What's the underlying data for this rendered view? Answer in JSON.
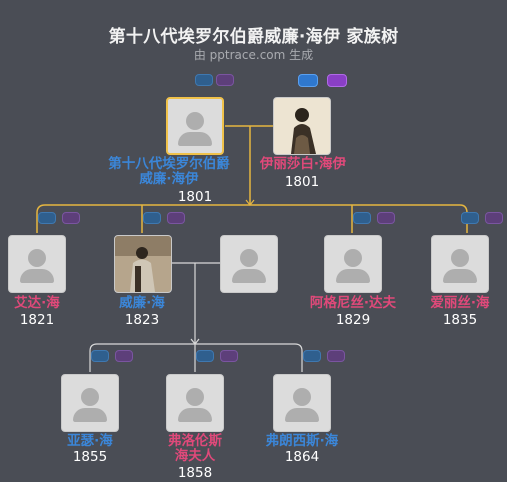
{
  "header": {
    "title": "第十八代埃罗尔伯爵威廉·海伊 家族树",
    "subtitle": "由 pptrace.com 生成"
  },
  "people": {
    "p1": {
      "name": "第十八代埃罗尔伯爵威廉·海伊",
      "year": "1801",
      "gender": "male"
    },
    "p2": {
      "name": "伊丽莎白·海伊",
      "year": "1801",
      "gender": "female"
    },
    "c1": {
      "name": "艾达·海",
      "year": "1821",
      "gender": "female"
    },
    "c2": {
      "name": "威廉·海",
      "year": "1823",
      "gender": "male"
    },
    "c2s": {
      "name": "",
      "year": "",
      "gender": "unknown"
    },
    "c3": {
      "name": "阿格尼丝·达夫",
      "year": "1829",
      "gender": "female"
    },
    "c4": {
      "name": "爱丽丝·海",
      "year": "1835",
      "gender": "female"
    },
    "g1": {
      "name": "亚瑟·海",
      "year": "1855",
      "gender": "male"
    },
    "g2": {
      "name": "弗洛伦斯\n海夫人",
      "year": "1858",
      "gender": "female"
    },
    "g3": {
      "name": "弗朗西斯·海",
      "year": "1864",
      "gender": "male"
    }
  },
  "colors": {
    "background": "#4a4d55",
    "male": "#3b86d8",
    "female": "#e0497a",
    "selected_border": "#f0c24a",
    "link_highlight": "#e6b640",
    "link_normal": "#d9d9d9"
  },
  "icons": [
    "person-placeholder-icon",
    "portrait-photo"
  ]
}
